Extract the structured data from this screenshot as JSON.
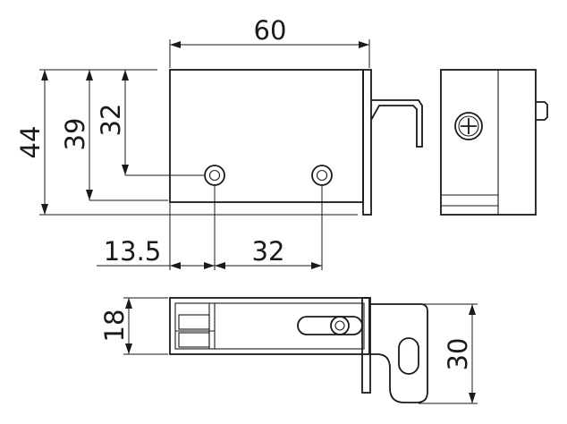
{
  "dimensions": {
    "width_60": "60",
    "height_44": "44",
    "height_39": "39",
    "height_32": "32",
    "offset_13_5": "13.5",
    "spacing_32": "32",
    "depth_18": "18",
    "depth_30": "30"
  },
  "icons": {
    "screw": "phillips-screw-icon",
    "mount_hole": "circle-hole-icon"
  },
  "colors": {
    "line": "#1a1a1a",
    "background": "#ffffff"
  }
}
